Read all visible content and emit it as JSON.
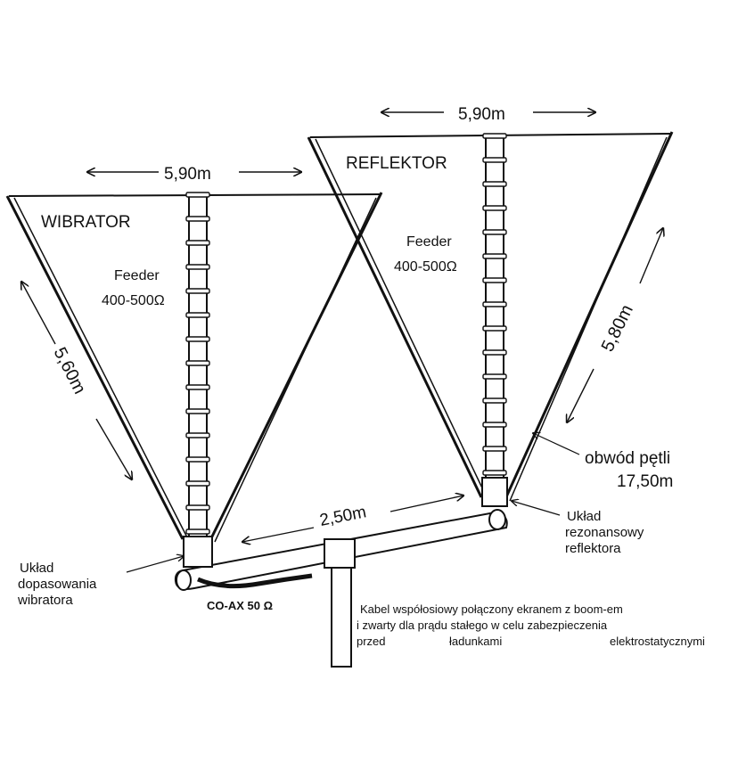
{
  "labels": {
    "wibrator": "WIBRATOR",
    "reflektor": "REFLEKTOR",
    "width_wibrator": "5,90m",
    "width_reflektor": "5,90m",
    "side_wibrator": "5,60m",
    "side_reflektor": "5,80m",
    "feeder_left": "Feeder",
    "feeder_left_imp": "400-500Ω",
    "feeder_right": "Feeder",
    "feeder_right_imp": "400-500Ω",
    "boom_length": "2,50m",
    "obwod_line1": "obwód pętli",
    "obwod_line2": "17,50m",
    "uklad_rez_1": "Układ",
    "uklad_rez_2": "rezonansowy",
    "uklad_rez_3": "reflektora",
    "uklad_dop_1": "Układ",
    "uklad_dop_2": "dopasowania",
    "uklad_dop_3": "wibratora",
    "coax": "CO-AX 50 Ω",
    "note_1": "Kabel współosiowy połączony ekranem z boom-em",
    "note_2": "i zwarty dla prądu stałego w celu zabezpieczenia",
    "note_3a": "przed",
    "note_3b": "ładunkami",
    "note_3c": "elektrostatycznymi"
  },
  "colors": {
    "ink": "#111111",
    "paper": "#ffffff"
  }
}
